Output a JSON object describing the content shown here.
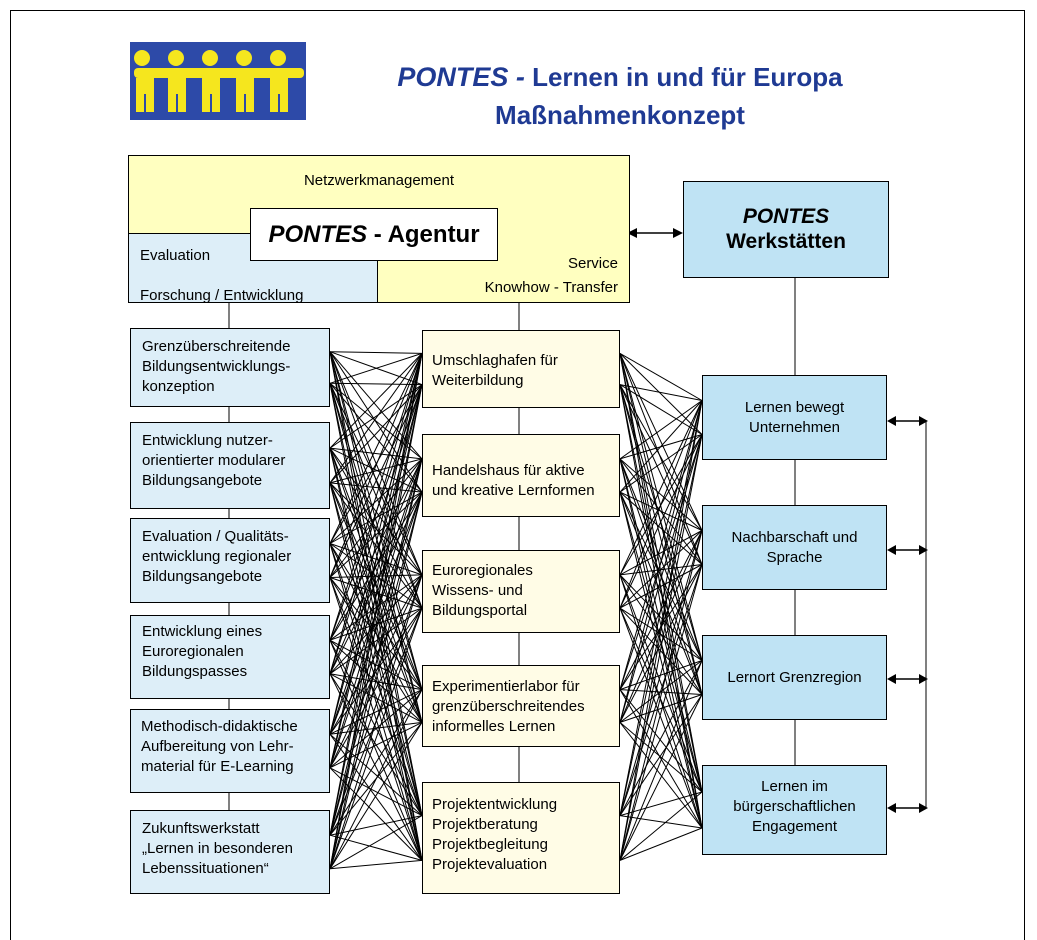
{
  "title": {
    "brand": "PONTES -",
    "rest": " Lernen in und für Europa",
    "line2": "Maßnahmenkonzept"
  },
  "agency": {
    "netzwerk": "Netzwerkmanagement",
    "agentur_brand": "PONTES",
    "agentur_rest": " - Agentur",
    "evaluation": "Evaluation",
    "forschung": "Forschung / Entwicklung",
    "service": "Service",
    "knowhow": "Knowhow - Transfer"
  },
  "werkstaetten": {
    "brand": "PONTES",
    "label": "Werkstätten"
  },
  "left": [
    {
      "l1": "Grenzüberschreitende",
      "l2": "Bildungsentwicklungs-",
      "l3": "konzeption"
    },
    {
      "l1": "Entwicklung nutzer-",
      "l2": "orientierter modularer",
      "l3": "Bildungsangebote"
    },
    {
      "l1": "Evaluation / Qualitäts-",
      "l2": "entwicklung regionaler",
      "l3": "Bildungsangebote"
    },
    {
      "l1": "Entwicklung eines",
      "l2": "Euroregionalen",
      "l3": "Bildungspasses"
    },
    {
      "l1": "Methodisch-didaktische",
      "l2": "Aufbereitung von Lehr-",
      "l3": "material für E-Learning"
    },
    {
      "l1": "Zukunftswerkstatt",
      "l2": "„Lernen in besonderen",
      "l3": "Lebenssituationen“"
    }
  ],
  "middle": [
    {
      "l1": "Umschlaghafen für",
      "l2": "Weiterbildung",
      "l3": "",
      "l4": ""
    },
    {
      "l1": "Handelshaus für aktive",
      "l2": "und kreative Lernformen",
      "l3": "",
      "l4": ""
    },
    {
      "l1": "Euroregionales",
      "l2": "Wissens- und",
      "l3": "Bildungsportal",
      "l4": ""
    },
    {
      "l1": "Experimentierlabor für",
      "l2": "grenzüberschreitendes",
      "l3": "informelles Lernen",
      "l4": ""
    },
    {
      "l1": "Projektentwicklung",
      "l2": "Projektberatung",
      "l3": "Projektbegleitung",
      "l4": "Projektevaluation"
    }
  ],
  "right": [
    {
      "l1": "Lernen bewegt",
      "l2": "Unternehmen",
      "l3": ""
    },
    {
      "l1": "Nachbarschaft und",
      "l2": "Sprache",
      "l3": ""
    },
    {
      "l1": "Lernort Grenzregion",
      "l2": "",
      "l3": ""
    },
    {
      "l1": "Lernen im",
      "l2": "bürgerschaftlichen",
      "l3": "Engagement"
    }
  ],
  "colors": {
    "title": "#1f3a93",
    "yellow_block": "#ffffc0",
    "light_blue": "#ddeef8",
    "blue_box": "#bfe3f4",
    "light_yellow": "#fffce6",
    "logo_blue": "#2d4aa8",
    "logo_yellow": "#f5e61e"
  },
  "icons": {
    "logo": "pontes-logo-figures",
    "double_arrow": "double-headed-arrow"
  }
}
